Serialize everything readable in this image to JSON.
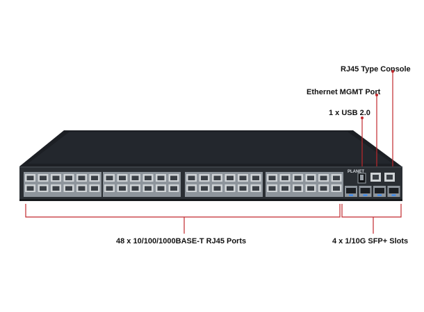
{
  "product": {
    "brand": "PLANET"
  },
  "callouts": {
    "console": "RJ45 Type Console",
    "mgmt": "Ethernet MGMT Port",
    "usb": "1 x USB 2.0",
    "rj45_ports": "48 x 10/100/1000BASE-T RJ45 Ports",
    "sfp_slots": "4 x 1/10G SFP+ Slots"
  },
  "colors": {
    "callout_line": "#c0282d",
    "chassis": "#1c1f24",
    "front_panel": "#2a2e33",
    "port_jack": "#cfd3d6",
    "sfp_cage": "#8d949b",
    "sfp_led": "#2b88ff"
  },
  "ports": {
    "rj45_count": 48,
    "sfp_count": 4
  }
}
